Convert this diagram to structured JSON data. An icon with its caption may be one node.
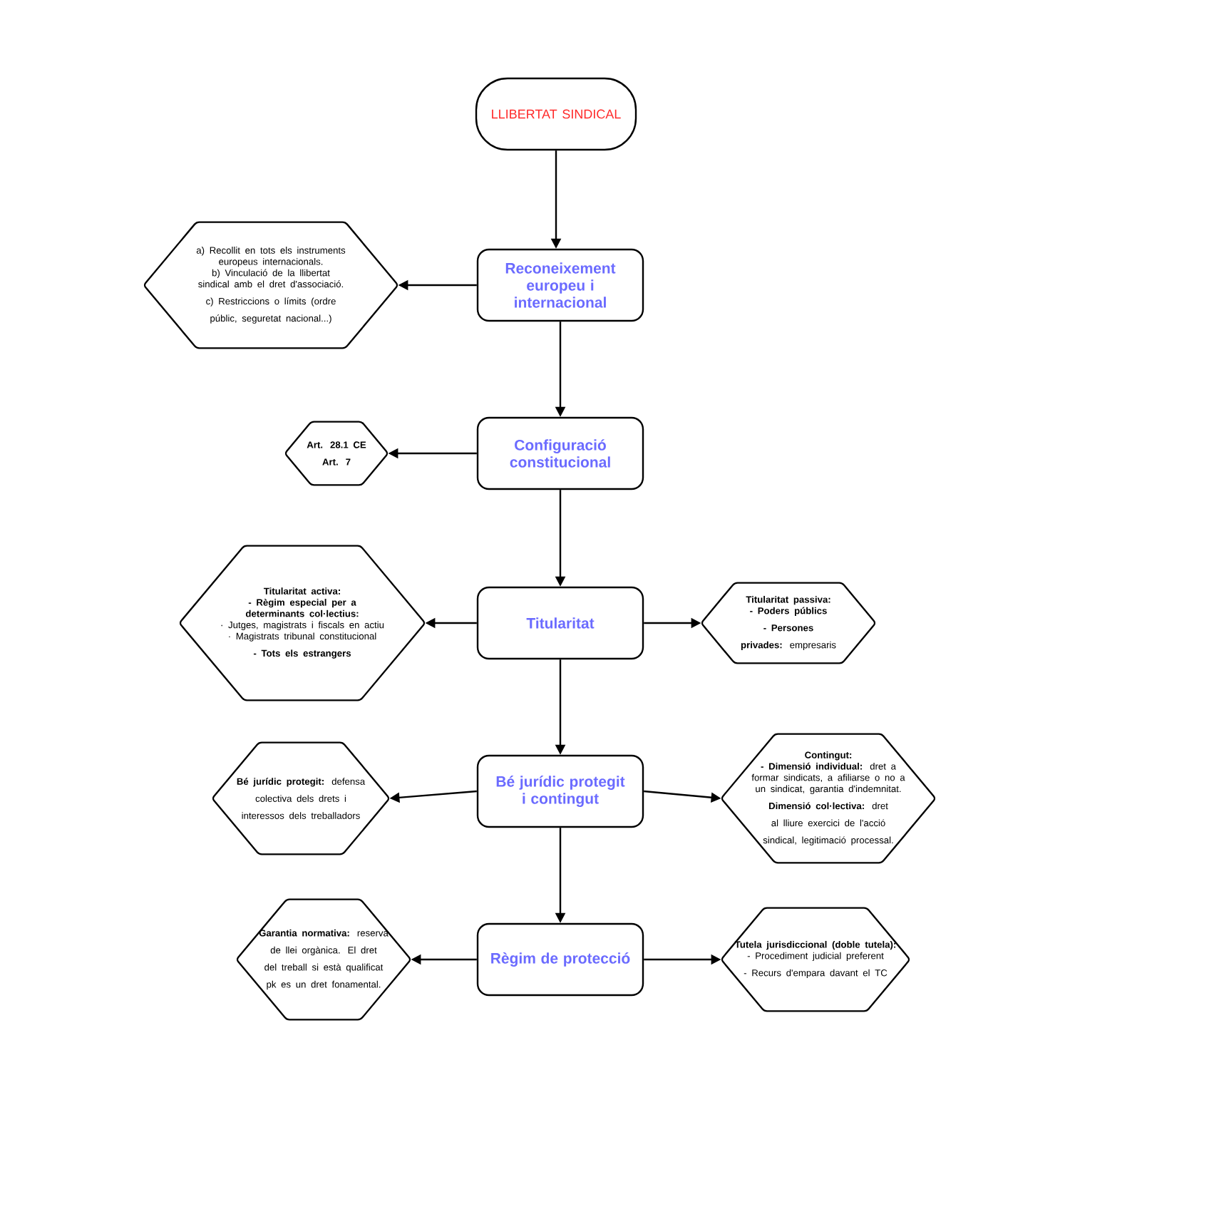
{
  "diagram": {
    "nodes": [
      {
        "text": [
          "LLIBERTAT SINDICAL"
        ]
      },
      {
        "text": [
          "Reconeixement europeu i internacional"
        ]
      },
      {
        "text": [
          "a) Recollit en tots els instruments europeus internacionals.",
          "b) Vinculació de la llibertat sindical amb el dret d'associació.",
          "c) Restriccions o límits (ordre públic, seguretat nacional...)"
        ]
      },
      {
        "text": [
          "Configuració constitucional"
        ]
      },
      {
        "text": [
          "Art. 28.1 CE",
          "Art. 7"
        ]
      },
      {
        "text": [
          "Titularitat"
        ]
      },
      {
        "text": [
          "Titularitat activa:",
          "- Règim especial per a determinants col·lectius:",
          "· Jutges, magistrats i fiscals en actiu",
          "· Magistrats tribunal constitucional",
          "- Tots els estrangers"
        ]
      },
      {
        "text": [
          "Titularitat passiva:",
          "- Poders públics",
          "**- Persones privades:** empresaris"
        ]
      },
      {
        "text": [
          "Bé jurídic protegit i contingut"
        ]
      },
      {
        "text": [
          "**Bé jurídic protegit:** defensa colectiva dels drets i interessos dels treballadors"
        ]
      },
      {
        "text": [
          "Contingut:",
          "**- Dimensió individual:** dret a formar sindicats, a afiliarse o no a un sindicat, garantia d'indemnitat.",
          "**Dimensió col·lectiva:** dret al lliure exercici de l'acció sindical, legitimació processal."
        ]
      },
      {
        "text": [
          "Règim de protecció"
        ]
      },
      {
        "text": [
          "**Garantia normativa:** reserva de llei orgànica. El dret del treball si està qualificat pk es un dret fonamental."
        ]
      },
      {
        "text": [
          "Tutela jurisdiccional (doble tutela):",
          "- Procediment judicial preferent",
          "- Recurs d'empara davant el TC"
        ]
      }
    ],
    "edges": [
      {
        "from": 0,
        "to": 1,
        "arrow": "to"
      },
      {
        "from": 1,
        "to": 2,
        "arrow": "to"
      },
      {
        "from": 1,
        "to": 3,
        "arrow": "to"
      },
      {
        "from": 3,
        "to": 4,
        "arrow": "to"
      },
      {
        "from": 3,
        "to": 5,
        "arrow": "to"
      },
      {
        "from": 5,
        "to": 6,
        "arrow": "to"
      },
      {
        "from": 5,
        "to": 7,
        "arrow": "to"
      },
      {
        "from": 5,
        "to": 8,
        "arrow": "to"
      },
      {
        "from": 8,
        "to": 9,
        "arrow": "to"
      },
      {
        "from": 8,
        "to": 10,
        "arrow": "to"
      },
      {
        "from": 8,
        "to": 11,
        "arrow": "to"
      },
      {
        "from": 11,
        "to": 12,
        "arrow": "to"
      },
      {
        "from": 11,
        "to": 13,
        "arrow": "to"
      }
    ]
  }
}
